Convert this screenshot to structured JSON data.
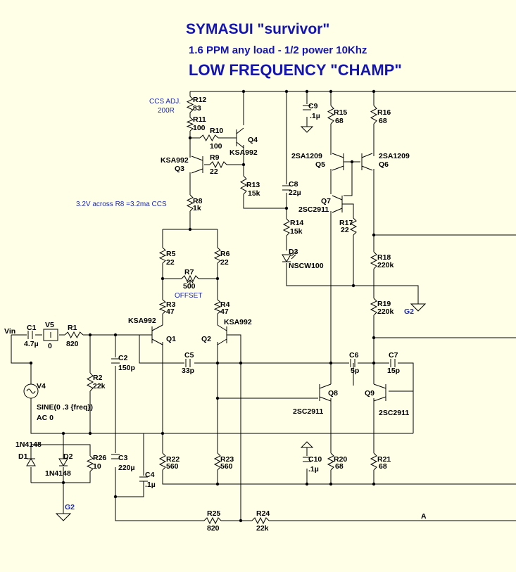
{
  "titles": {
    "main": "SYMASUI \"survivor\"",
    "sub": "1.6 PPM  any load - 1/2 power 10Khz",
    "champ": "LOW FREQUENCY \"CHAMP\""
  },
  "notes": {
    "ccs_adj": "CCS ADJ.",
    "ccs_val": "200R",
    "ccs_text": "3.2V across R8 =3.2ma CCS",
    "offset": "OFFSET"
  },
  "source": {
    "sine": "SINE(0 .3 {freq})",
    "ac": "AC 0"
  },
  "nets": {
    "vin": "Vin",
    "g2": "G2",
    "a": "A"
  },
  "components": {
    "R12": {
      "ref": "R12",
      "val": "83"
    },
    "R11": {
      "ref": "R11",
      "val": "100"
    },
    "R10": {
      "ref": "R10",
      "val": "100"
    },
    "R9": {
      "ref": "R9",
      "val": "22"
    },
    "R13": {
      "ref": "R13",
      "val": "15k"
    },
    "R8": {
      "ref": "R8",
      "val": "1k"
    },
    "R5": {
      "ref": "R5",
      "val": "22"
    },
    "R6": {
      "ref": "R6",
      "val": "22"
    },
    "R7": {
      "ref": "R7",
      "val": "500"
    },
    "R3": {
      "ref": "R3",
      "val": "47"
    },
    "R4": {
      "ref": "R4",
      "val": "47"
    },
    "R1": {
      "ref": "R1",
      "val": "820"
    },
    "R2": {
      "ref": "R2",
      "val": "22k"
    },
    "R26": {
      "ref": "R26",
      "val": "10"
    },
    "R22": {
      "ref": "R22",
      "val": "560"
    },
    "R23": {
      "ref": "R23",
      "val": "560"
    },
    "R25": {
      "ref": "R25",
      "val": "820"
    },
    "R24": {
      "ref": "R24",
      "val": "22k"
    },
    "R14": {
      "ref": "R14",
      "val": "15k"
    },
    "R15": {
      "ref": "R15",
      "val": "68"
    },
    "R16": {
      "ref": "R16",
      "val": "68"
    },
    "R17": {
      "ref": "R17",
      "val": "22"
    },
    "R18": {
      "ref": "R18",
      "val": "220k"
    },
    "R19": {
      "ref": "R19",
      "val": "220k"
    },
    "R20": {
      "ref": "R20",
      "val": "68"
    },
    "R21": {
      "ref": "R21",
      "val": "68"
    },
    "C1": {
      "ref": "C1",
      "val": "4.7µ"
    },
    "C2": {
      "ref": "C2",
      "val": "150p"
    },
    "C3": {
      "ref": "C3",
      "val": "220µ"
    },
    "C4": {
      "ref": "C4",
      "val": ".1µ"
    },
    "C5": {
      "ref": "C5",
      "val": "33p"
    },
    "C6": {
      "ref": "C6",
      "val": "5p"
    },
    "C7": {
      "ref": "C7",
      "val": "15p"
    },
    "C8": {
      "ref": "C8",
      "val": "22µ"
    },
    "C9": {
      "ref": "C9",
      "val": ".1µ"
    },
    "C10": {
      "ref": "C10",
      "val": ".1µ"
    },
    "V5": {
      "ref": "V5",
      "val": "0"
    },
    "V4": {
      "ref": "V4"
    },
    "D1": {
      "ref": "D1",
      "val": "1N4148"
    },
    "D2": {
      "ref": "D2",
      "val": "1N4148"
    },
    "D3": {
      "ref": "D3",
      "val": "NSCW100"
    },
    "Q1": {
      "ref": "Q1",
      "val": "KSA992"
    },
    "Q2": {
      "ref": "Q2",
      "val": "KSA992"
    },
    "Q3": {
      "ref": "Q3",
      "val": "KSA992"
    },
    "Q4": {
      "ref": "Q4",
      "val": "KSA992"
    },
    "Q5": {
      "ref": "Q5",
      "val": "2SA1209"
    },
    "Q6": {
      "ref": "Q6",
      "val": "2SA1209"
    },
    "Q7": {
      "ref": "Q7",
      "val": "2SC2911"
    },
    "Q8": {
      "ref": "Q8",
      "val": "2SC2911"
    },
    "Q9": {
      "ref": "Q9",
      "val": "2SC2911"
    }
  }
}
